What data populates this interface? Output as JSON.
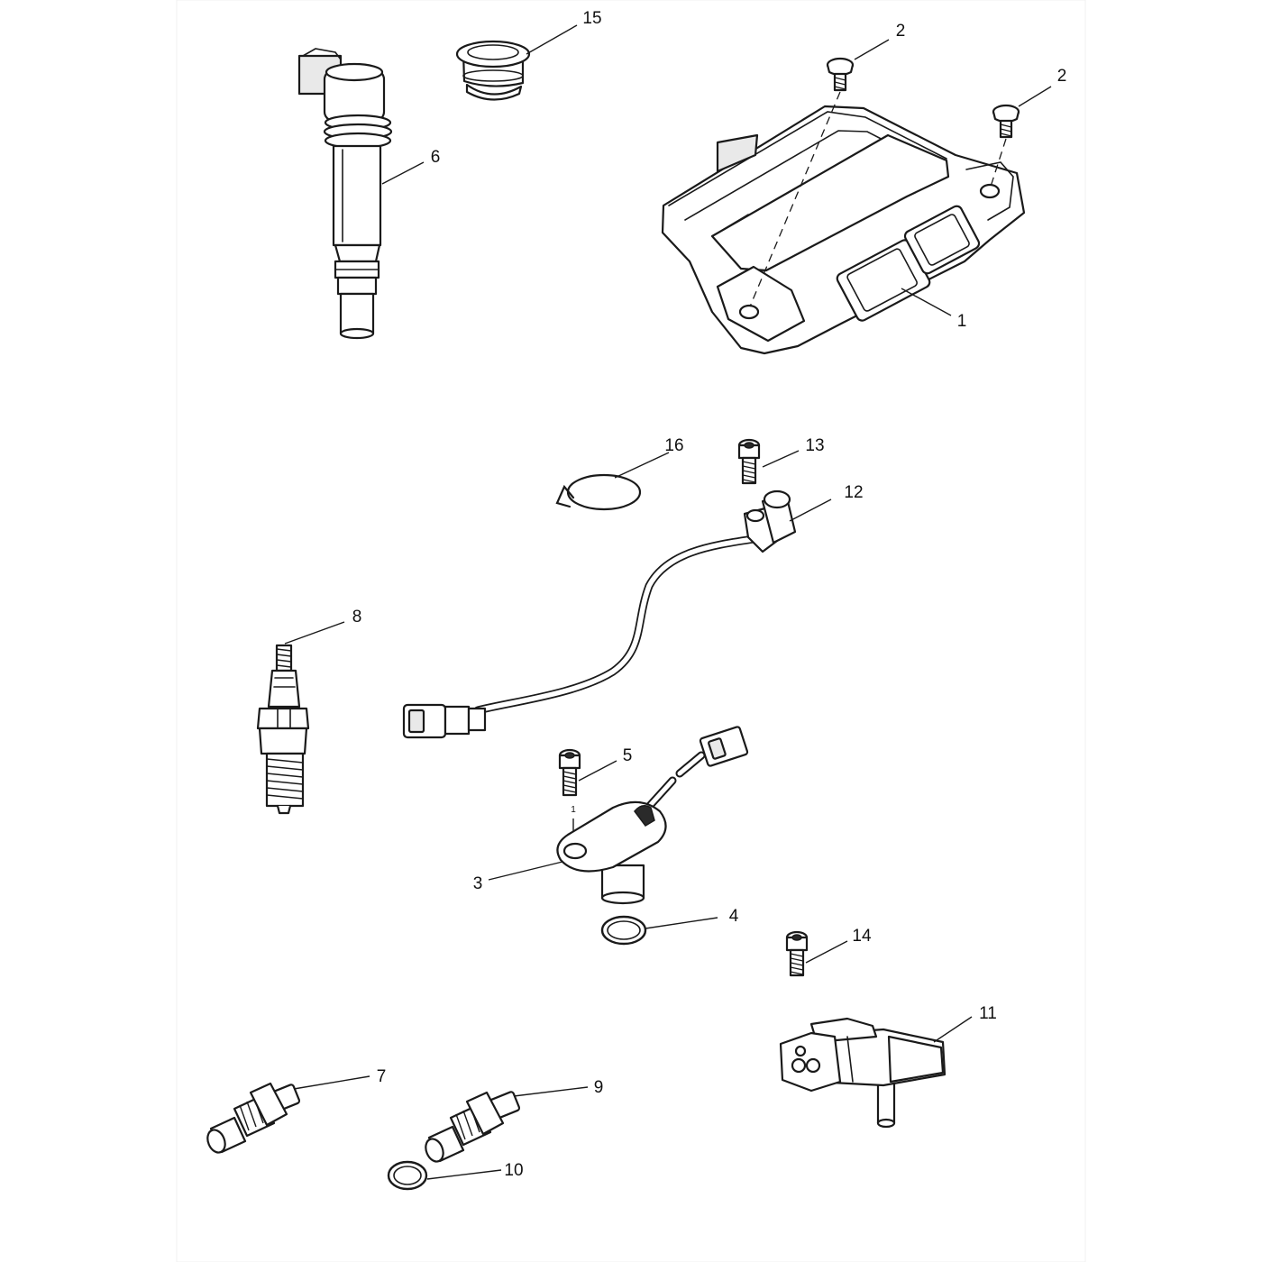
{
  "callouts": [
    {
      "id": "c1",
      "label": "1"
    },
    {
      "id": "c2a",
      "label": "2"
    },
    {
      "id": "c2b",
      "label": "2"
    },
    {
      "id": "c3",
      "label": "3"
    },
    {
      "id": "c4",
      "label": "4"
    },
    {
      "id": "c5",
      "label": "5"
    },
    {
      "id": "c6",
      "label": "6"
    },
    {
      "id": "c7",
      "label": "7"
    },
    {
      "id": "c8",
      "label": "8"
    },
    {
      "id": "c9",
      "label": "9"
    },
    {
      "id": "c10",
      "label": "10"
    },
    {
      "id": "c11",
      "label": "11"
    },
    {
      "id": "c12",
      "label": "12"
    },
    {
      "id": "c13",
      "label": "13"
    },
    {
      "id": "c14",
      "label": "14"
    },
    {
      "id": "c15",
      "label": "15"
    },
    {
      "id": "c16",
      "label": "16"
    }
  ],
  "marks": {
    "alignment_mark": "1"
  }
}
